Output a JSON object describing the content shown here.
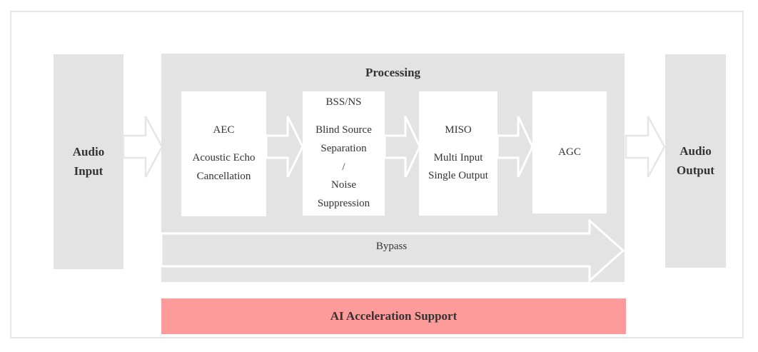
{
  "diagram": {
    "title_inline": "Processing",
    "colors": {
      "block_gray": "#e3e3e3",
      "accent_pink": "#fd9a9a",
      "frame_border": "#e6e6e6",
      "text": "#333333",
      "arrow_outline_light": "#e6e6e6",
      "arrow_outline_white": "#ffffff"
    },
    "endpoints": {
      "input": {
        "line1": "Audio",
        "line2": "Input"
      },
      "output": {
        "line1": "Audio",
        "line2": "Output"
      }
    },
    "processing": {
      "title": "Processing",
      "stages": [
        {
          "id": "aec",
          "abbrev": "AEC",
          "expansion_lines": [
            "Acoustic Echo",
            "Cancellation"
          ]
        },
        {
          "id": "bss-ns",
          "abbrev": "BSS/NS",
          "expansion_lines": [
            "Blind Source",
            "Separation",
            "/",
            "Noise",
            "Suppression"
          ]
        },
        {
          "id": "miso",
          "abbrev": "MISO",
          "expansion_lines": [
            "Multi Input",
            "Single Output"
          ]
        },
        {
          "id": "agc",
          "abbrev": "AGC",
          "expansion_lines": []
        }
      ],
      "bypass_label": "Bypass"
    },
    "ai_bar": {
      "label": "AI Acceleration Support"
    },
    "icons": {
      "flow_arrow": "right-arrow-icon",
      "bypass_arrow": "bypass-right-arrow-icon"
    }
  }
}
